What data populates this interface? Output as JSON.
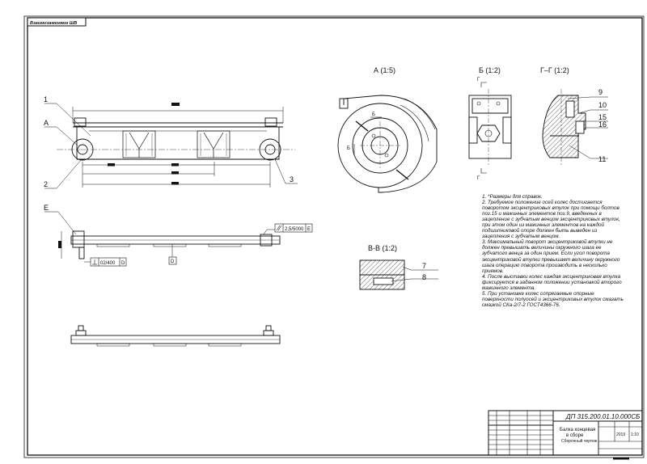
{
  "stamp": "Взаимозаменяем ШВ",
  "views": {
    "view_a": "А (1:5)",
    "view_b": "Б (1:2)",
    "view_g": "Г–Г (1:2)",
    "section_v": "В-В (1:2)"
  },
  "markers": {
    "a": "А",
    "b": "Б",
    "v": "В",
    "g": "Г",
    "d": "D",
    "e": "E"
  },
  "callouts": {
    "c1": "1",
    "c2": "2",
    "c3": "3",
    "c7": "7",
    "c8": "8",
    "c9": "9",
    "c10": "10",
    "c11": "11",
    "c15": "15",
    "c16": "16"
  },
  "tolerances": {
    "parallel": "2,5/5000",
    "parallel_datum": "E",
    "perp": "02/400",
    "perp_datum": "D"
  },
  "notes": [
    "1. *Размеры для справок.",
    "2. Требуемое положение осей колес достигается поворотом эксцентриковых втулок при помощи болтов поз.15 и мажинных элементов поз.9, введенных в зацепление с зубчатым венцом эксцентриковых втулок, при этом один из мажинных элементов на каждой подшипниковой опоре должен быть выведен из зацепления с зубчатым венцом.",
    "3. Максимальный поворот эксцентриковой втулки не должен превышать величины окружного шага ее зубчатого венца за один прием. Если угол поворота эксцентриковой втулки превышает величину окружного шага операцию поворота производить в несколько приемов.",
    "4. После выставки колес каждая эксцентриковая втулка фиксируется в заданном положении установкой второго мажинного элемента.",
    "5. При установке колес сопрягаемые опорные поверхности полуосей и эксцентриковых втулок смазать смазкой СКа-2/7-2 ГОСТ4366-76."
  ],
  "title_block": {
    "doc_code": "ДП 315.200.01.10.000СБ",
    "name_line1": "Балка концевая",
    "name_line2": "в сборе",
    "doc_type": "Сборочный чертеж",
    "year": "2019",
    "scale": "1:10"
  }
}
